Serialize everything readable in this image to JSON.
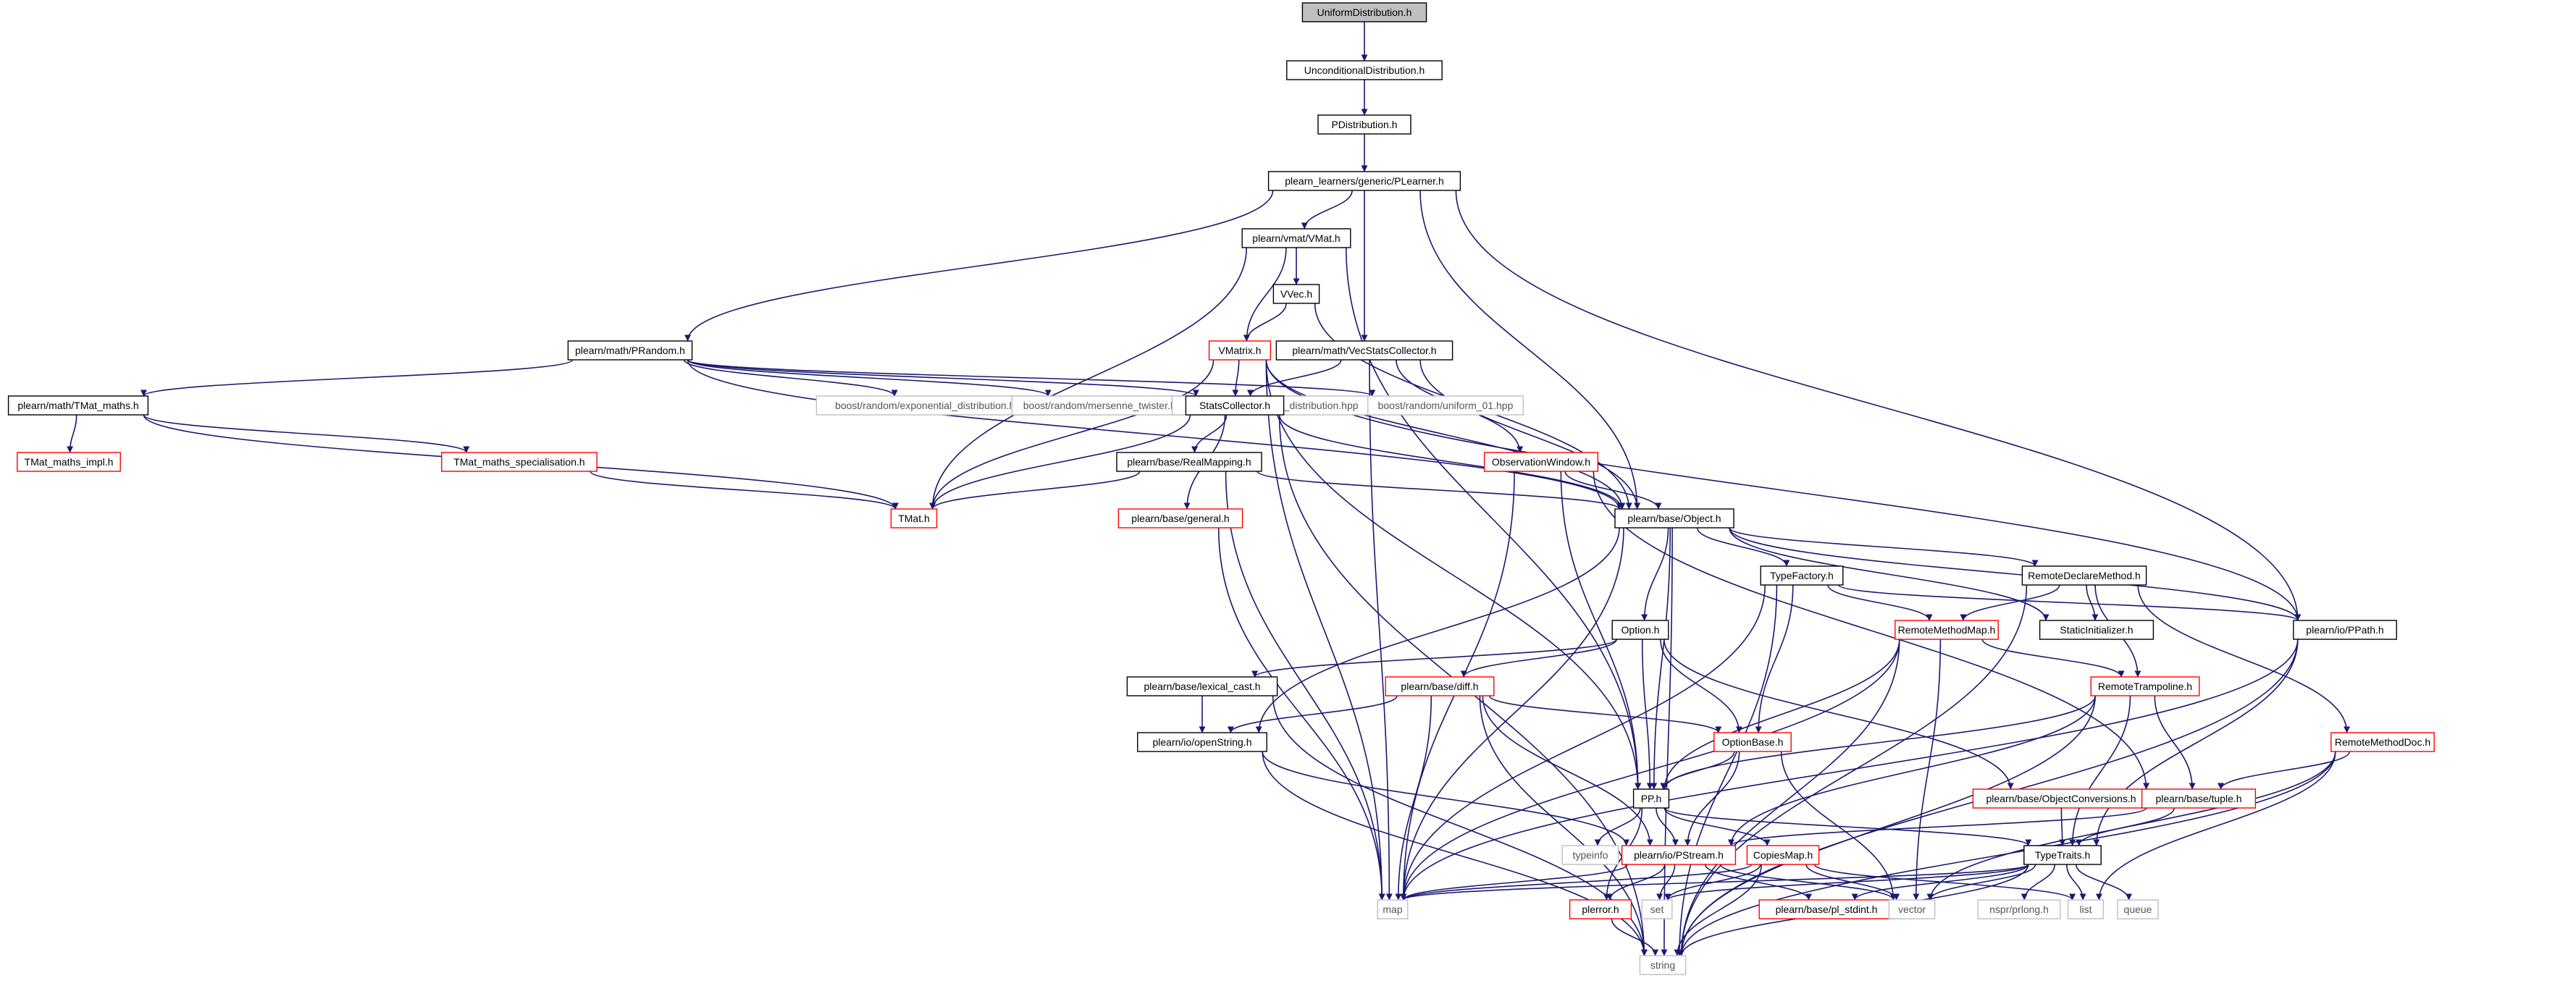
{
  "diagram": {
    "title": "",
    "colors": {
      "edge": "#191970",
      "normal_border": "#000000",
      "header_fill": "#bfbfbf",
      "missing_border": "#ff0000",
      "external_border": "#bfbfbf"
    },
    "nodes": [
      {
        "id": "uniform",
        "label": "UniformDistribution.h",
        "style": "header"
      },
      {
        "id": "uncond",
        "label": "UnconditionalDistribution.h",
        "style": "normal"
      },
      {
        "id": "pdist",
        "label": "PDistribution.h",
        "style": "normal"
      },
      {
        "id": "plearner",
        "label": "plearn_learners/generic/PLearner.h",
        "style": "normal"
      },
      {
        "id": "vmat",
        "label": "plearn/vmat/VMat.h",
        "style": "normal"
      },
      {
        "id": "vvec",
        "label": "VVec.h",
        "style": "normal"
      },
      {
        "id": "prandom",
        "label": "plearn/math/PRandom.h",
        "style": "normal"
      },
      {
        "id": "vmatrix",
        "label": "VMatrix.h",
        "style": "red"
      },
      {
        "id": "vecstats",
        "label": "plearn/math/VecStatsCollector.h",
        "style": "normal"
      },
      {
        "id": "exp_dist",
        "label": "boost/random/exponential_distribution.hpp",
        "style": "gray"
      },
      {
        "id": "mersenne",
        "label": "boost/random/mersenne_twister.hpp",
        "style": "gray"
      },
      {
        "id": "normal_dist",
        "label": "boost/random/normal_distribution.hpp",
        "style": "gray"
      },
      {
        "id": "uniform01",
        "label": "boost/random/uniform_01.hpp",
        "style": "gray"
      },
      {
        "id": "tmat_maths",
        "label": "plearn/math/TMat_maths.h",
        "style": "normal"
      },
      {
        "id": "statscol",
        "label": "StatsCollector.h",
        "style": "normal"
      },
      {
        "id": "tmat_impl",
        "label": "TMat_maths_impl.h",
        "style": "red"
      },
      {
        "id": "tmat_spec",
        "label": "TMat_maths_specialisation.h",
        "style": "red"
      },
      {
        "id": "realmap",
        "label": "plearn/base/RealMapping.h",
        "style": "normal"
      },
      {
        "id": "obswin",
        "label": "ObservationWindow.h",
        "style": "red"
      },
      {
        "id": "tmat",
        "label": "TMat.h",
        "style": "red"
      },
      {
        "id": "general",
        "label": "plearn/base/general.h",
        "style": "red"
      },
      {
        "id": "object",
        "label": "plearn/base/Object.h",
        "style": "normal"
      },
      {
        "id": "typefactory",
        "label": "TypeFactory.h",
        "style": "normal"
      },
      {
        "id": "remotedecl",
        "label": "RemoteDeclareMethod.h",
        "style": "normal"
      },
      {
        "id": "option",
        "label": "Option.h",
        "style": "normal"
      },
      {
        "id": "remotemap",
        "label": "RemoteMethodMap.h",
        "style": "red"
      },
      {
        "id": "staticinit",
        "label": "StaticInitializer.h",
        "style": "normal"
      },
      {
        "id": "ppath",
        "label": "plearn/io/PPath.h",
        "style": "normal"
      },
      {
        "id": "lexical",
        "label": "plearn/base/lexical_cast.h",
        "style": "normal"
      },
      {
        "id": "diff",
        "label": "plearn/base/diff.h",
        "style": "red"
      },
      {
        "id": "remotetramp",
        "label": "RemoteTrampoline.h",
        "style": "red"
      },
      {
        "id": "openstring",
        "label": "plearn/io/openString.h",
        "style": "normal"
      },
      {
        "id": "optionbase",
        "label": "OptionBase.h",
        "style": "red"
      },
      {
        "id": "remotedoc",
        "label": "RemoteMethodDoc.h",
        "style": "red"
      },
      {
        "id": "pp",
        "label": "PP.h",
        "style": "normal"
      },
      {
        "id": "objconv",
        "label": "plearn/base/ObjectConversions.h",
        "style": "red"
      },
      {
        "id": "tuple",
        "label": "plearn/base/tuple.h",
        "style": "red"
      },
      {
        "id": "typeinfo",
        "label": "typeinfo",
        "style": "gray"
      },
      {
        "id": "pstream",
        "label": "plearn/io/PStream.h",
        "style": "red"
      },
      {
        "id": "copiesmap",
        "label": "CopiesMap.h",
        "style": "red"
      },
      {
        "id": "typetraits",
        "label": "TypeTraits.h",
        "style": "normal"
      },
      {
        "id": "map",
        "label": "map",
        "style": "gray"
      },
      {
        "id": "plerror",
        "label": "plerror.h",
        "style": "red"
      },
      {
        "id": "set",
        "label": "set",
        "style": "gray"
      },
      {
        "id": "plstdint",
        "label": "plearn/base/pl_stdint.h",
        "style": "red"
      },
      {
        "id": "vector",
        "label": "vector",
        "style": "gray"
      },
      {
        "id": "nspr",
        "label": "nspr/prlong.h",
        "style": "gray"
      },
      {
        "id": "list",
        "label": "list",
        "style": "gray"
      },
      {
        "id": "queue",
        "label": "queue",
        "style": "gray"
      },
      {
        "id": "string",
        "label": "string",
        "style": "gray"
      }
    ],
    "edges": [
      [
        "uniform",
        "uncond"
      ],
      [
        "uncond",
        "pdist"
      ],
      [
        "pdist",
        "plearner"
      ],
      [
        "plearner",
        "vmat"
      ],
      [
        "plearner",
        "prandom"
      ],
      [
        "plearner",
        "vecstats"
      ],
      [
        "plearner",
        "object"
      ],
      [
        "plearner",
        "ppath"
      ],
      [
        "vmat",
        "vvec"
      ],
      [
        "vmat",
        "vmatrix"
      ],
      [
        "vmat",
        "tmat"
      ],
      [
        "vmat",
        "pp"
      ],
      [
        "vvec",
        "vmatrix"
      ],
      [
        "vvec",
        "object"
      ],
      [
        "prandom",
        "tmat_maths"
      ],
      [
        "prandom",
        "exp_dist"
      ],
      [
        "prandom",
        "mersenne"
      ],
      [
        "prandom",
        "normal_dist"
      ],
      [
        "prandom",
        "uniform01"
      ],
      [
        "prandom",
        "object"
      ],
      [
        "tmat_maths",
        "tmat_impl"
      ],
      [
        "tmat_maths",
        "tmat_spec"
      ],
      [
        "tmat_maths",
        "tmat"
      ],
      [
        "tmat_spec",
        "tmat"
      ],
      [
        "vmatrix",
        "statscol"
      ],
      [
        "vmatrix",
        "tmat"
      ],
      [
        "vmatrix",
        "object"
      ],
      [
        "vmatrix",
        "ppath"
      ],
      [
        "vmatrix",
        "map"
      ],
      [
        "vmatrix",
        "pp"
      ],
      [
        "vecstats",
        "statscol"
      ],
      [
        "vecstats",
        "obswin"
      ],
      [
        "vecstats",
        "map"
      ],
      [
        "vecstats",
        "object"
      ],
      [
        "statscol",
        "realmap"
      ],
      [
        "statscol",
        "general"
      ],
      [
        "statscol",
        "tmat"
      ],
      [
        "statscol",
        "object"
      ],
      [
        "statscol",
        "string"
      ],
      [
        "realmap",
        "tmat"
      ],
      [
        "realmap",
        "object"
      ],
      [
        "realmap",
        "map"
      ],
      [
        "obswin",
        "object"
      ],
      [
        "obswin",
        "map"
      ],
      [
        "obswin",
        "pp"
      ],
      [
        "obswin",
        "tuple"
      ],
      [
        "general",
        "map"
      ],
      [
        "object",
        "typefactory"
      ],
      [
        "object",
        "remotedecl"
      ],
      [
        "object",
        "option"
      ],
      [
        "object",
        "staticinit"
      ],
      [
        "object",
        "ppath"
      ],
      [
        "object",
        "pp"
      ],
      [
        "object",
        "openstring"
      ],
      [
        "object",
        "map"
      ],
      [
        "object",
        "string"
      ],
      [
        "typefactory",
        "remotemap"
      ],
      [
        "typefactory",
        "optionbase"
      ],
      [
        "typefactory",
        "map"
      ],
      [
        "typefactory",
        "string"
      ],
      [
        "typefactory",
        "ppath"
      ],
      [
        "remotedecl",
        "remotemap"
      ],
      [
        "remotedecl",
        "staticinit"
      ],
      [
        "remotedecl",
        "remotetramp"
      ],
      [
        "remotedecl",
        "remotedoc"
      ],
      [
        "remotedecl",
        "string"
      ],
      [
        "option",
        "lexical"
      ],
      [
        "option",
        "diff"
      ],
      [
        "option",
        "optionbase"
      ],
      [
        "option",
        "objconv"
      ],
      [
        "option",
        "pp"
      ],
      [
        "remotemap",
        "remotetramp"
      ],
      [
        "remotemap",
        "pp"
      ],
      [
        "remotemap",
        "map"
      ],
      [
        "remotemap",
        "vector"
      ],
      [
        "remotemap",
        "string"
      ],
      [
        "ppath",
        "typetraits"
      ],
      [
        "ppath",
        "map"
      ],
      [
        "ppath",
        "string"
      ],
      [
        "lexical",
        "openstring"
      ],
      [
        "lexical",
        "string"
      ],
      [
        "diff",
        "openstring"
      ],
      [
        "diff",
        "optionbase"
      ],
      [
        "diff",
        "pstream"
      ],
      [
        "diff",
        "map"
      ],
      [
        "diff",
        "string"
      ],
      [
        "remotetramp",
        "tuple"
      ],
      [
        "remotetramp",
        "pp"
      ],
      [
        "remotetramp",
        "typetraits"
      ],
      [
        "remotetramp",
        "pstream"
      ],
      [
        "remotetramp",
        "string"
      ],
      [
        "openstring",
        "pstream"
      ],
      [
        "openstring",
        "string"
      ],
      [
        "optionbase",
        "pp"
      ],
      [
        "optionbase",
        "pstream"
      ],
      [
        "optionbase",
        "vector"
      ],
      [
        "remotedoc",
        "tuple"
      ],
      [
        "remotedoc",
        "list"
      ],
      [
        "remotedoc",
        "string"
      ],
      [
        "remotedoc",
        "vector"
      ],
      [
        "pp",
        "typeinfo"
      ],
      [
        "pp",
        "pstream"
      ],
      [
        "pp",
        "copiesmap"
      ],
      [
        "pp",
        "typetraits"
      ],
      [
        "pp",
        "plerror"
      ],
      [
        "objconv",
        "typetraits"
      ],
      [
        "tuple",
        "typetraits"
      ],
      [
        "tuple",
        "pstream"
      ],
      [
        "pstream",
        "map"
      ],
      [
        "pstream",
        "plerror"
      ],
      [
        "pstream",
        "set"
      ],
      [
        "pstream",
        "plstdint"
      ],
      [
        "pstream",
        "vector"
      ],
      [
        "copiesmap",
        "map"
      ],
      [
        "copiesmap",
        "set"
      ],
      [
        "copiesmap",
        "vector"
      ],
      [
        "copiesmap",
        "list"
      ],
      [
        "copiesmap",
        "string"
      ],
      [
        "typetraits",
        "string"
      ],
      [
        "typetraits",
        "list"
      ],
      [
        "typetraits",
        "set"
      ],
      [
        "typetraits",
        "vector"
      ],
      [
        "typetraits",
        "queue"
      ],
      [
        "typetraits",
        "nspr"
      ],
      [
        "typetraits",
        "map"
      ],
      [
        "typetraits",
        "plstdint"
      ],
      [
        "plerror",
        "string"
      ]
    ]
  }
}
